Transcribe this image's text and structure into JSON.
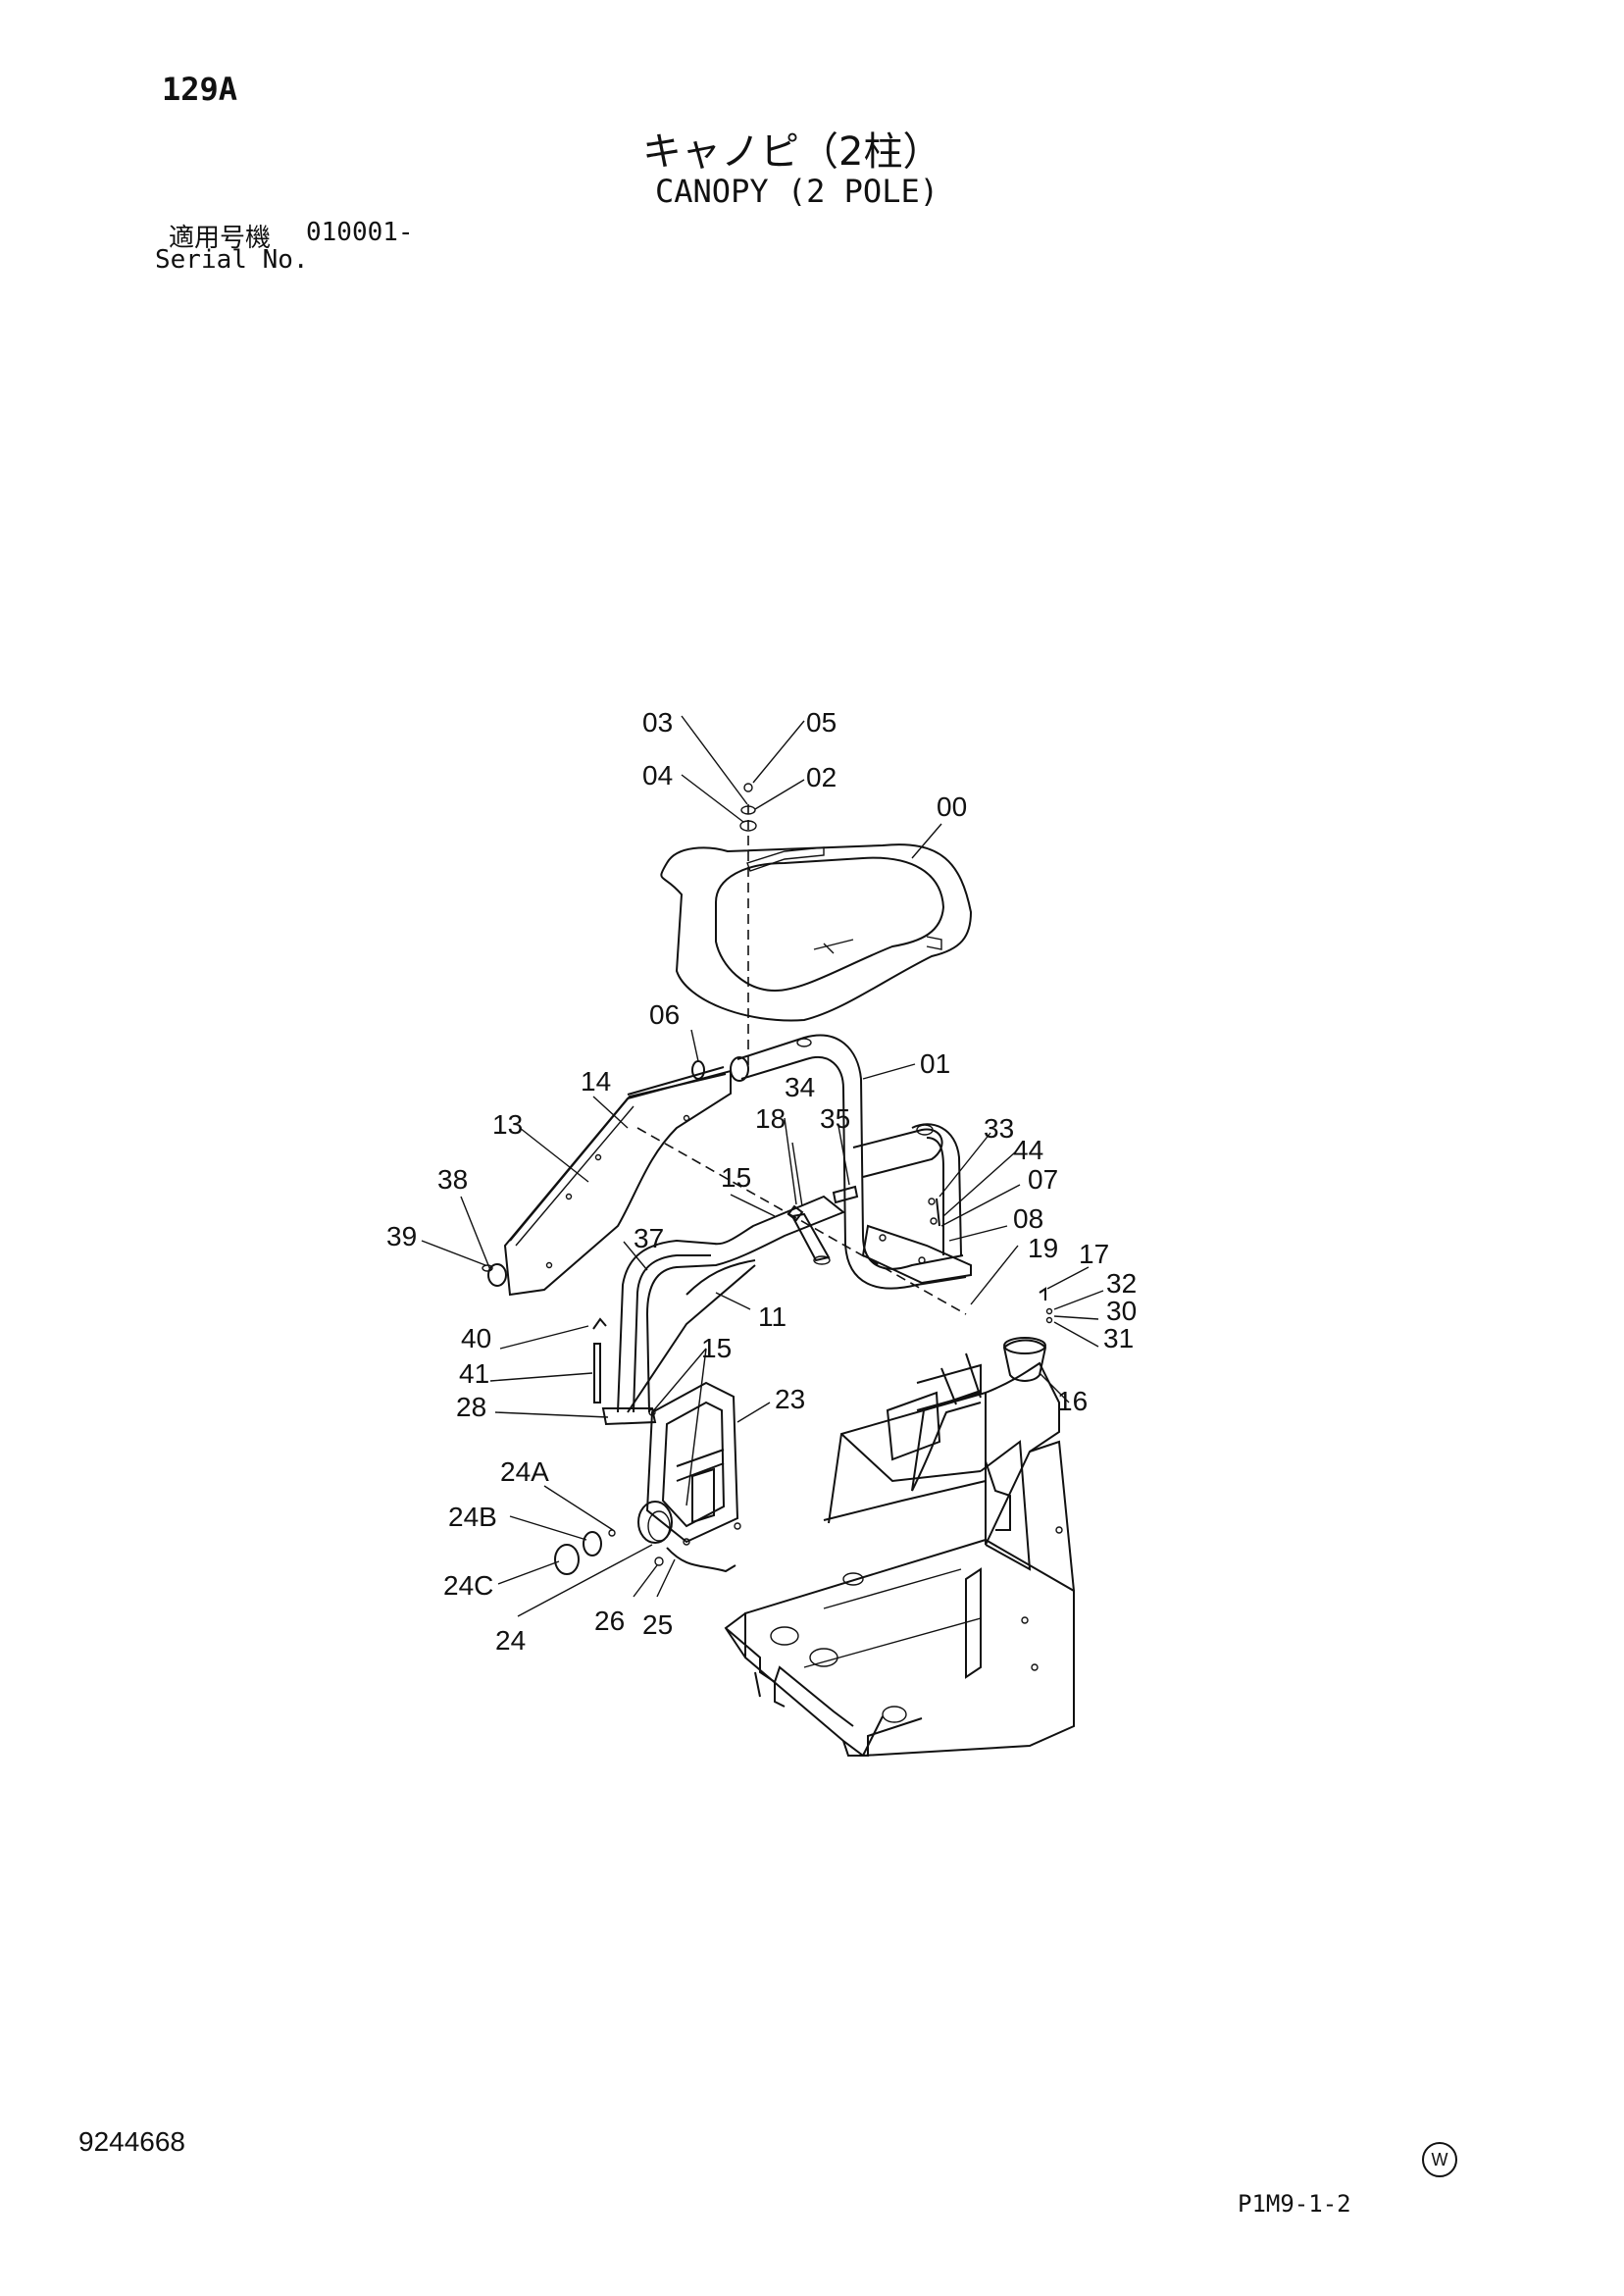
{
  "header": {
    "page_number": "129A",
    "title_jp": "キャノピ（2柱）",
    "title_en": "CANOPY (2 POLE)",
    "serial_label_jp": "適用号機",
    "serial_value": "010001-",
    "serial_label_en": "Serial No."
  },
  "callouts": [
    "03",
    "05",
    "04",
    "02",
    "00",
    "06",
    "01",
    "14",
    "34",
    "13",
    "18",
    "35",
    "33",
    "44",
    "38",
    "07",
    "15",
    "08",
    "39",
    "37",
    "19",
    "17",
    "32",
    "11",
    "30",
    "40",
    "31",
    "15",
    "41",
    "23",
    "16",
    "28",
    "24A",
    "24B",
    "24C",
    "26",
    "25",
    "24"
  ],
  "footer": {
    "doc_number": "9244668",
    "ref_code": "P1M9-1-2",
    "mark": "W"
  }
}
